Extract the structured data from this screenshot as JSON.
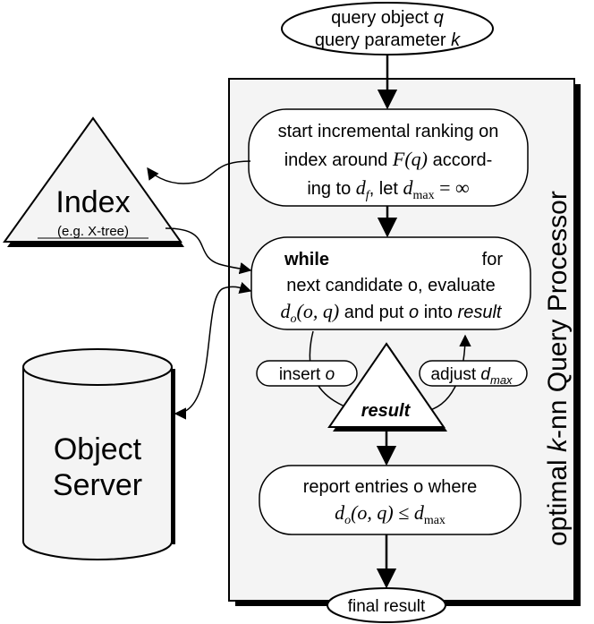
{
  "query_oval": {
    "line1": "query object ",
    "line1_var": "q",
    "line2": "query parameter ",
    "line2_var": "k"
  },
  "processor_label": {
    "prefix": "optimal ",
    "var": "k",
    "suffix": "-nn Query Processor"
  },
  "index_box": {
    "title": "Index",
    "subtitle": "(e.g. X-tree)"
  },
  "object_server": {
    "line1": "Object",
    "line2": "Server"
  },
  "ranking_box": {
    "line1": "start incremental ranking on",
    "line2a": "index around ",
    "line2_formula": "F(q)",
    "line2b": " accord-",
    "line3a": "ing to ",
    "line3_var": "d",
    "line3_sub": "f",
    "line3b": ", let ",
    "line3_var2": "d",
    "line3_sub2": "max",
    "line3c": " = ∞"
  },
  "while_box": {
    "keyword": "while",
    "for_label": "for",
    "line2": "next candidate o, evaluate",
    "line3_var": "d",
    "line3_sub": "o",
    "line3_args": "(o, q)",
    "line3a": " and put ",
    "line3_o": "o",
    "line3b": " into ",
    "line3_result": "result"
  },
  "insert_label": {
    "text": "insert ",
    "var": "o"
  },
  "adjust_label": {
    "text": "adjust ",
    "var": "d",
    "sub": "max"
  },
  "result_triangle": {
    "label": "result"
  },
  "report_box": {
    "line1": "report entries o where",
    "line2_var": "d",
    "line2_sub": "o",
    "line2_args": "(o, q) ≤ ",
    "line2_var2": "d",
    "line2_sub2": "max"
  },
  "final_oval": {
    "label": "final result"
  }
}
